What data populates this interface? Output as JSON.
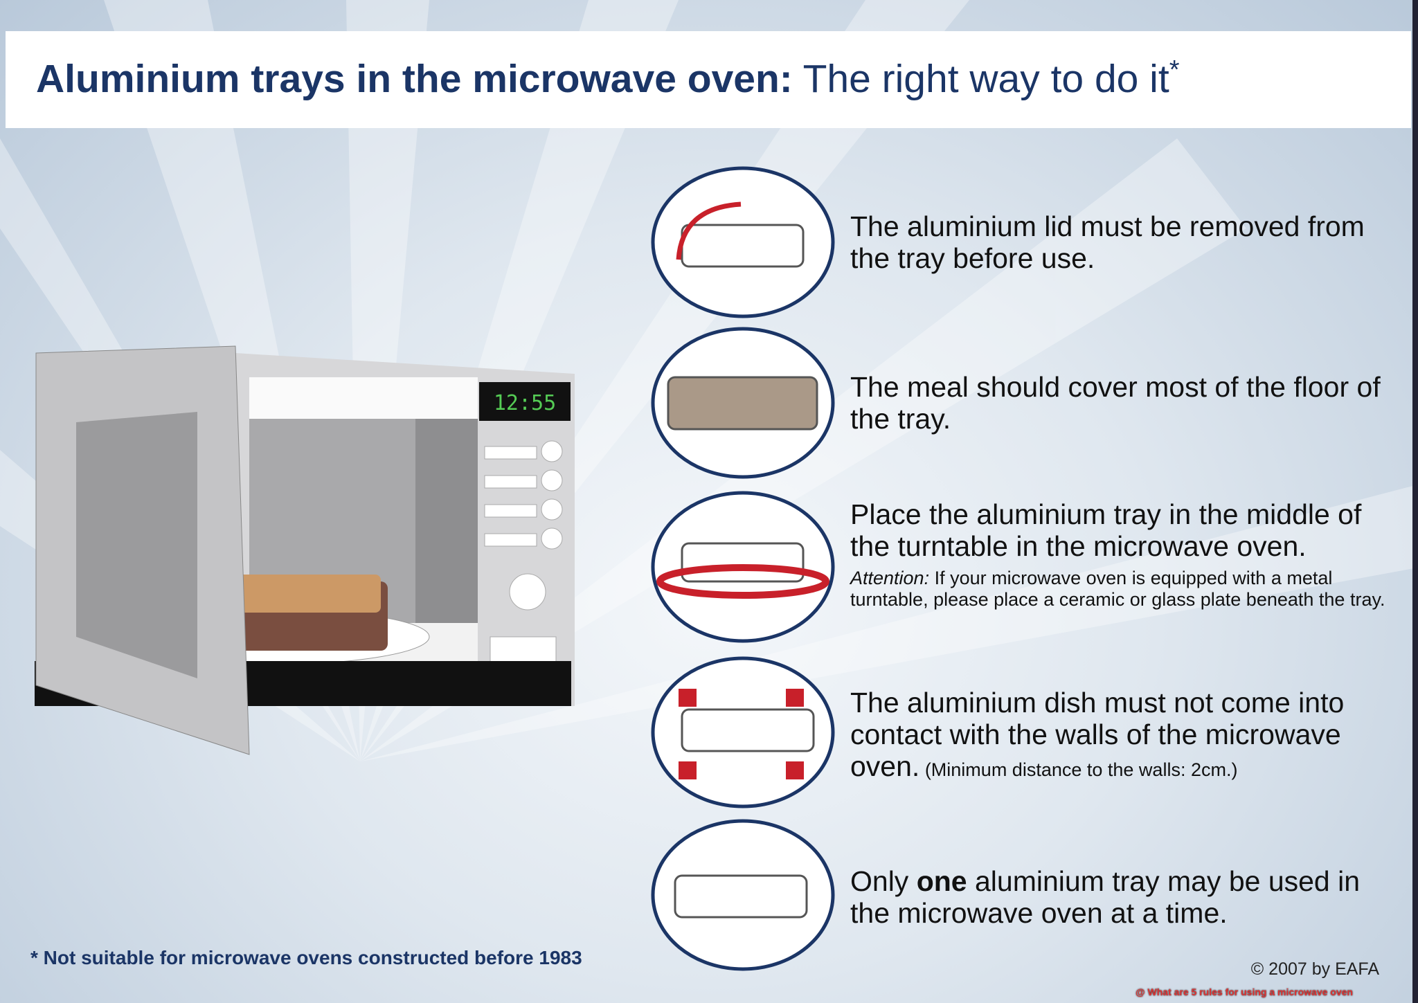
{
  "title": {
    "bold": "Aluminium trays in the microwave oven:",
    "regular": "The right way to do it",
    "mark": "*"
  },
  "microwave": {
    "clock": "12:55"
  },
  "tips": [
    {
      "text": "The aluminium lid must be removed from the tray before use.",
      "icon": "tray-lid-removal-icon"
    },
    {
      "text": "The meal should cover most of the floor of the tray.",
      "icon": "filled-tray-icon"
    },
    {
      "text": "Place the aluminium tray in the middle of the turntable in the microwave oven.",
      "attention_label": "Attention:",
      "attention_text": " If your microwave oven is equipped with a metal turntable, please place a ceramic or glass plate beneath the tray.",
      "icon": "tray-on-turntable-icon"
    },
    {
      "text": "The aluminium dish must not come into contact with the walls of the microwave oven.",
      "note": " (Minimum distance to the walls: 2cm.)",
      "icon": "tray-distance-arrows-icon"
    },
    {
      "text_before": "Only ",
      "text_bold": "one",
      "text_after": " aluminium tray may be used in the microwave oven at a time.",
      "icon": "single-tray-icon"
    }
  ],
  "footnote": "* Not suitable for microwave ovens constructed before 1983",
  "copyright": "© 2007 by EAFA",
  "watermark": "@ What are 5 rules for using a microwave oven",
  "colors": {
    "navy": "#1b3566",
    "red": "#c8202a"
  }
}
